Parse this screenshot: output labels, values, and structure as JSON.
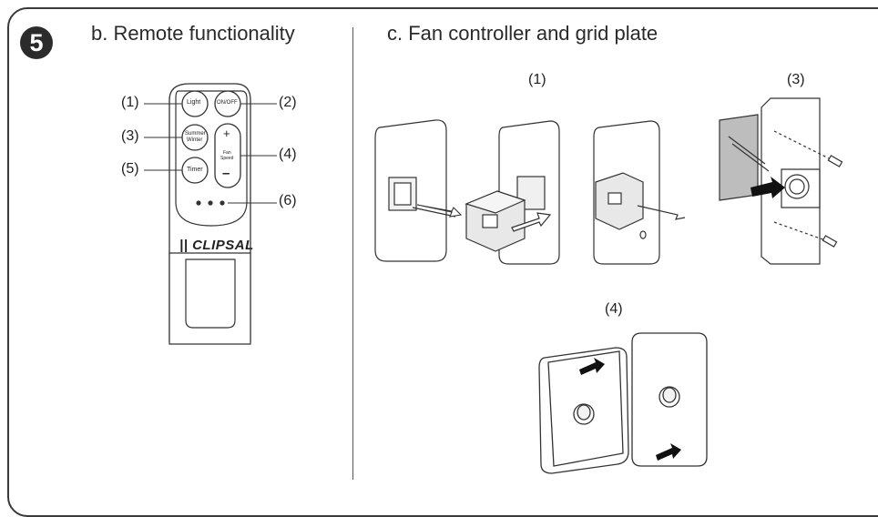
{
  "step_number": "5",
  "sections": {
    "remote": {
      "title": "b. Remote functionality",
      "buttons": {
        "light": "Light",
        "onoff": "ON/OFF",
        "summer_winter_top": "Summer",
        "summer_winter_bottom": "Winter",
        "fan_speed_top": "Fan",
        "fan_speed_bottom": "Speed",
        "plus": "+",
        "minus": "–",
        "timer": "Timer"
      },
      "brand": "CLIPSAL",
      "callouts": [
        "(1)",
        "(2)",
        "(3)",
        "(4)",
        "(5)",
        "(6)"
      ]
    },
    "fan": {
      "title": "c. Fan controller and grid plate",
      "steps": [
        "(1)",
        "(3)",
        "(4)"
      ]
    }
  }
}
